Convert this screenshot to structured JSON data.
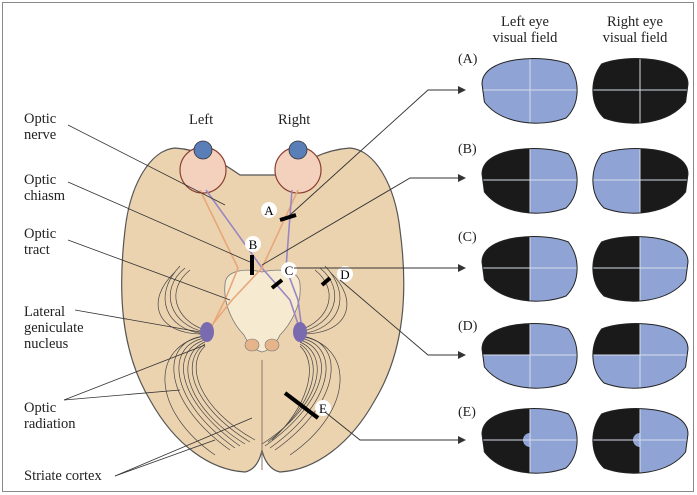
{
  "labels": {
    "optic_nerve": [
      "Optic",
      "nerve"
    ],
    "optic_chiasm": [
      "Optic",
      "chiasm"
    ],
    "optic_tract": [
      "Optic",
      "tract"
    ],
    "lateral_geniculate": [
      "Lateral",
      "geniculate",
      "nucleus"
    ],
    "optic_radiation": [
      "Optic",
      "radiation"
    ],
    "striate_cortex": "Striate cortex",
    "left": "Left",
    "right": "Right"
  },
  "headers": {
    "left_eye": [
      "Left eye",
      "visual field"
    ],
    "right_eye": [
      "Right eye",
      "visual field"
    ]
  },
  "lesion_markers": [
    "A",
    "B",
    "C",
    "D",
    "E"
  ],
  "rows": [
    {
      "label": "(A)",
      "left_field": {
        "upper_left": "blue",
        "upper_right": "blue",
        "lower_left": "blue",
        "lower_right": "blue",
        "macular_sparing": false
      },
      "right_field": {
        "upper_left": "black",
        "upper_right": "black",
        "lower_left": "black",
        "lower_right": "black",
        "macular_sparing": false
      }
    },
    {
      "label": "(B)",
      "left_field": {
        "upper_left": "black",
        "upper_right": "blue",
        "lower_left": "black",
        "lower_right": "blue",
        "macular_sparing": false
      },
      "right_field": {
        "upper_left": "blue",
        "upper_right": "black",
        "lower_left": "blue",
        "lower_right": "black",
        "macular_sparing": false
      }
    },
    {
      "label": "(C)",
      "left_field": {
        "upper_left": "black",
        "upper_right": "blue",
        "lower_left": "black",
        "lower_right": "blue",
        "macular_sparing": false
      },
      "right_field": {
        "upper_left": "black",
        "upper_right": "blue",
        "lower_left": "black",
        "lower_right": "blue",
        "macular_sparing": false
      }
    },
    {
      "label": "(D)",
      "left_field": {
        "upper_left": "black",
        "upper_right": "blue",
        "lower_left": "blue",
        "lower_right": "blue",
        "macular_sparing": false
      },
      "right_field": {
        "upper_left": "black",
        "upper_right": "blue",
        "lower_left": "blue",
        "lower_right": "blue",
        "macular_sparing": false
      }
    },
    {
      "label": "(E)",
      "left_field": {
        "upper_left": "black",
        "upper_right": "blue",
        "lower_left": "black",
        "lower_right": "blue",
        "macular_sparing": true
      },
      "right_field": {
        "upper_left": "black",
        "upper_right": "blue",
        "lower_left": "black",
        "lower_right": "blue",
        "macular_sparing": true
      }
    }
  ],
  "colors": {
    "brain": "#ecd3b0",
    "brain_edge": "#555555",
    "field_blue": "#8fa3d4",
    "field_black": "#1a1a1a",
    "lgn": "#7a6bb0",
    "nerve_orange": "#e8a77a",
    "nerve_purple": "#9a86c2",
    "thalamus": "#f6ead0"
  }
}
